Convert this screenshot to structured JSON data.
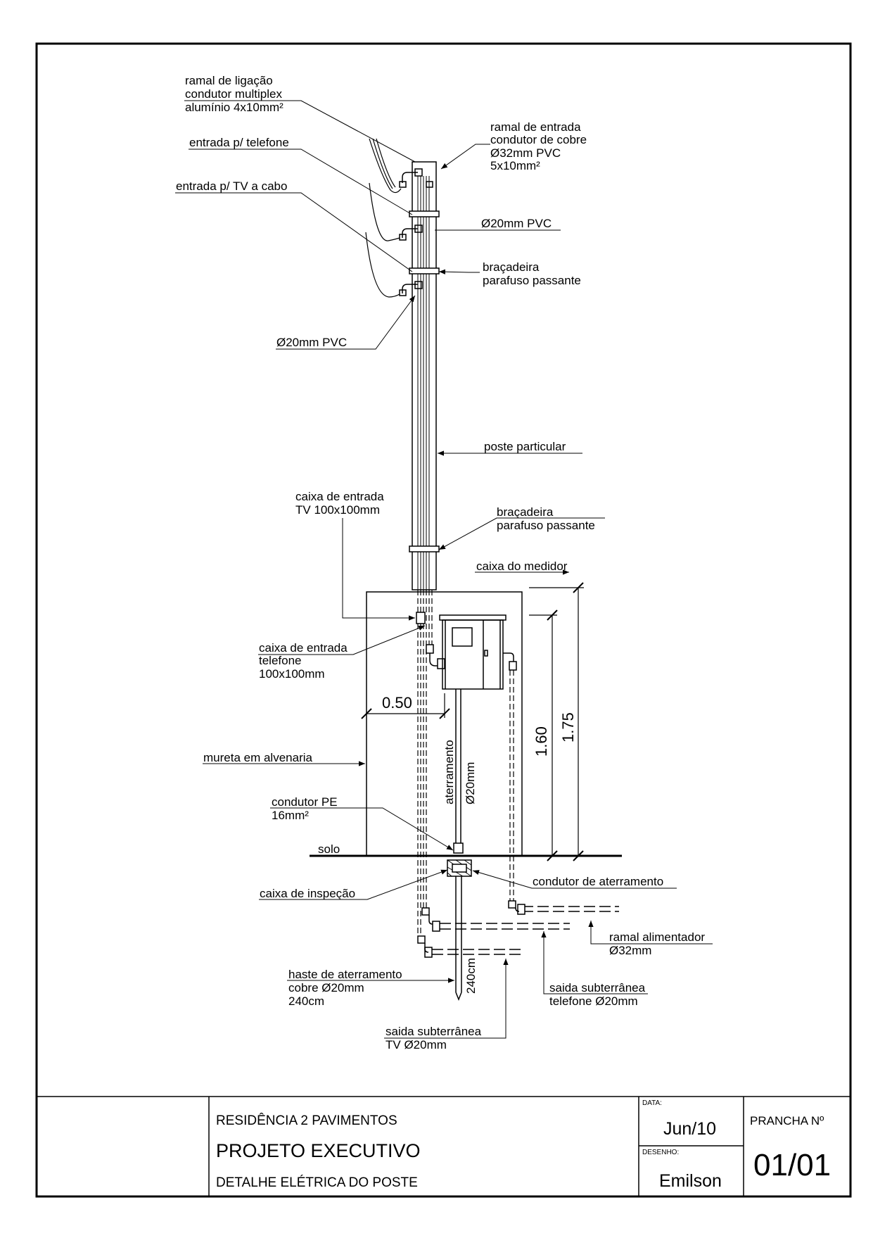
{
  "labels": {
    "ramal_ligacao": [
      "ramal de ligação",
      "condutor multiplex",
      "alumínio 4x10mm²"
    ],
    "entrada_telefone": "entrada p/ telefone",
    "entrada_tv": "entrada p/ TV a cabo",
    "pvc_left": "Ø20mm PVC",
    "ramal_entrada": [
      "ramal de entrada",
      "condutor de cobre",
      "Ø32mm PVC",
      "5x10mm²"
    ],
    "pvc_right": "Ø20mm PVC",
    "bracadeira_1": [
      "braçadeira",
      "parafuso passante"
    ],
    "poste": "poste particular",
    "bracadeira_2": [
      "braçadeira",
      "parafuso passante"
    ],
    "caixa_tv": [
      "caixa de entrada",
      "TV 100x100mm"
    ],
    "caixa_medidor": "caixa do medidor",
    "caixa_telefone": [
      "caixa de entrada",
      "telefone",
      "100x100mm"
    ],
    "mureta": "mureta em alvenaria",
    "condutor_pe": [
      "condutor PE",
      "16mm²"
    ],
    "solo": "solo",
    "caixa_inspecao": "caixa de inspeção",
    "condutor_aterramento": "condutor de aterramento",
    "ramal_alimentador": [
      "ramal alimentador",
      "Ø32mm"
    ],
    "haste": [
      "haste de aterramento",
      "cobre Ø20mm",
      "240cm"
    ],
    "saida_telefone": [
      "saida subterrânea",
      "telefone Ø20mm"
    ],
    "saida_tv": [
      "saida subterrânea",
      "TV Ø20mm"
    ],
    "aterramento_vertical": [
      "aterramento",
      "Ø20mm"
    ],
    "haste_len": "240cm"
  },
  "dimensions": {
    "width": "0.50",
    "h160": "1.60",
    "h175": "1.75"
  },
  "title_block": {
    "line1": "RESIDÊNCIA 2 PAVIMENTOS",
    "line2": "PROJETO EXECUTIVO",
    "line3": "DETALHE ELÉTRICA DO POSTE",
    "date_label": "DATA:",
    "date": "Jun/10",
    "drawn_label": "DESENHO:",
    "drawn_by": "Emilson",
    "sheet_label": "PRANCHA Nº",
    "sheet_no": "01/01"
  }
}
